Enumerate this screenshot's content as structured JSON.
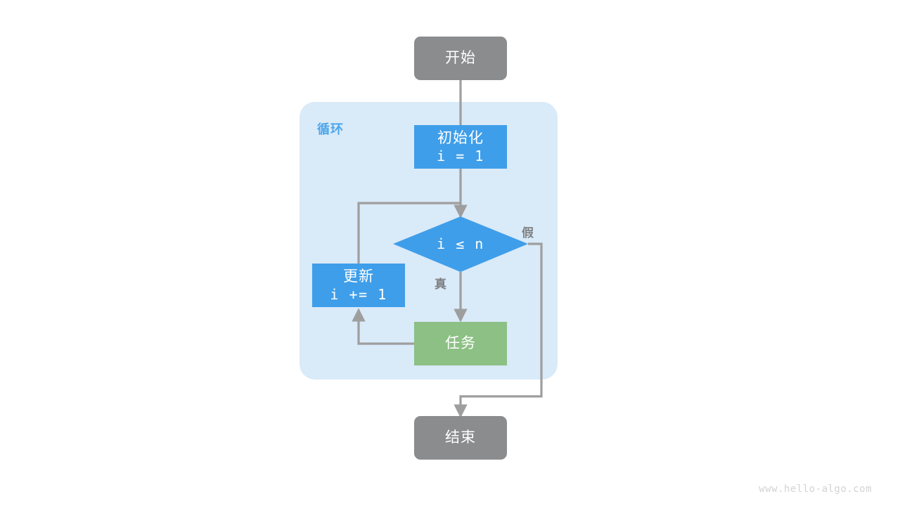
{
  "diagram": {
    "title_watermark": "www.hello-algo.com",
    "group": {
      "label": "循环",
      "fill": "#d9eaf9",
      "label_color": "#4ca6ea"
    },
    "colors": {
      "terminal": "#8a8c8e",
      "process": "#3f9ee9",
      "task": "#8cc084",
      "edge": "#9e9e9e",
      "edge_label": "#7f8183",
      "background": "#ffffff",
      "node_text": "#ffffff",
      "watermark": "#d3d3d3"
    },
    "nodes": [
      {
        "id": "start",
        "shape": "rounded-rect",
        "label": "开始",
        "sublabel": "",
        "fill": "#8a8c8e"
      },
      {
        "id": "init",
        "shape": "rect",
        "label": "初始化",
        "sublabel": "i = 1",
        "fill": "#3f9ee9"
      },
      {
        "id": "cond",
        "shape": "diamond",
        "label": "i ≤ n",
        "sublabel": "",
        "fill": "#3f9ee9"
      },
      {
        "id": "update",
        "shape": "rect",
        "label": "更新",
        "sublabel": "i += 1",
        "fill": "#3f9ee9"
      },
      {
        "id": "task",
        "shape": "rect",
        "label": "任务",
        "sublabel": "",
        "fill": "#8cc084"
      },
      {
        "id": "end",
        "shape": "rounded-rect",
        "label": "结束",
        "sublabel": "",
        "fill": "#8a8c8e"
      }
    ],
    "edge_labels": [
      {
        "id": "true-branch",
        "text": "真"
      },
      {
        "id": "false-branch",
        "text": "假"
      }
    ]
  }
}
